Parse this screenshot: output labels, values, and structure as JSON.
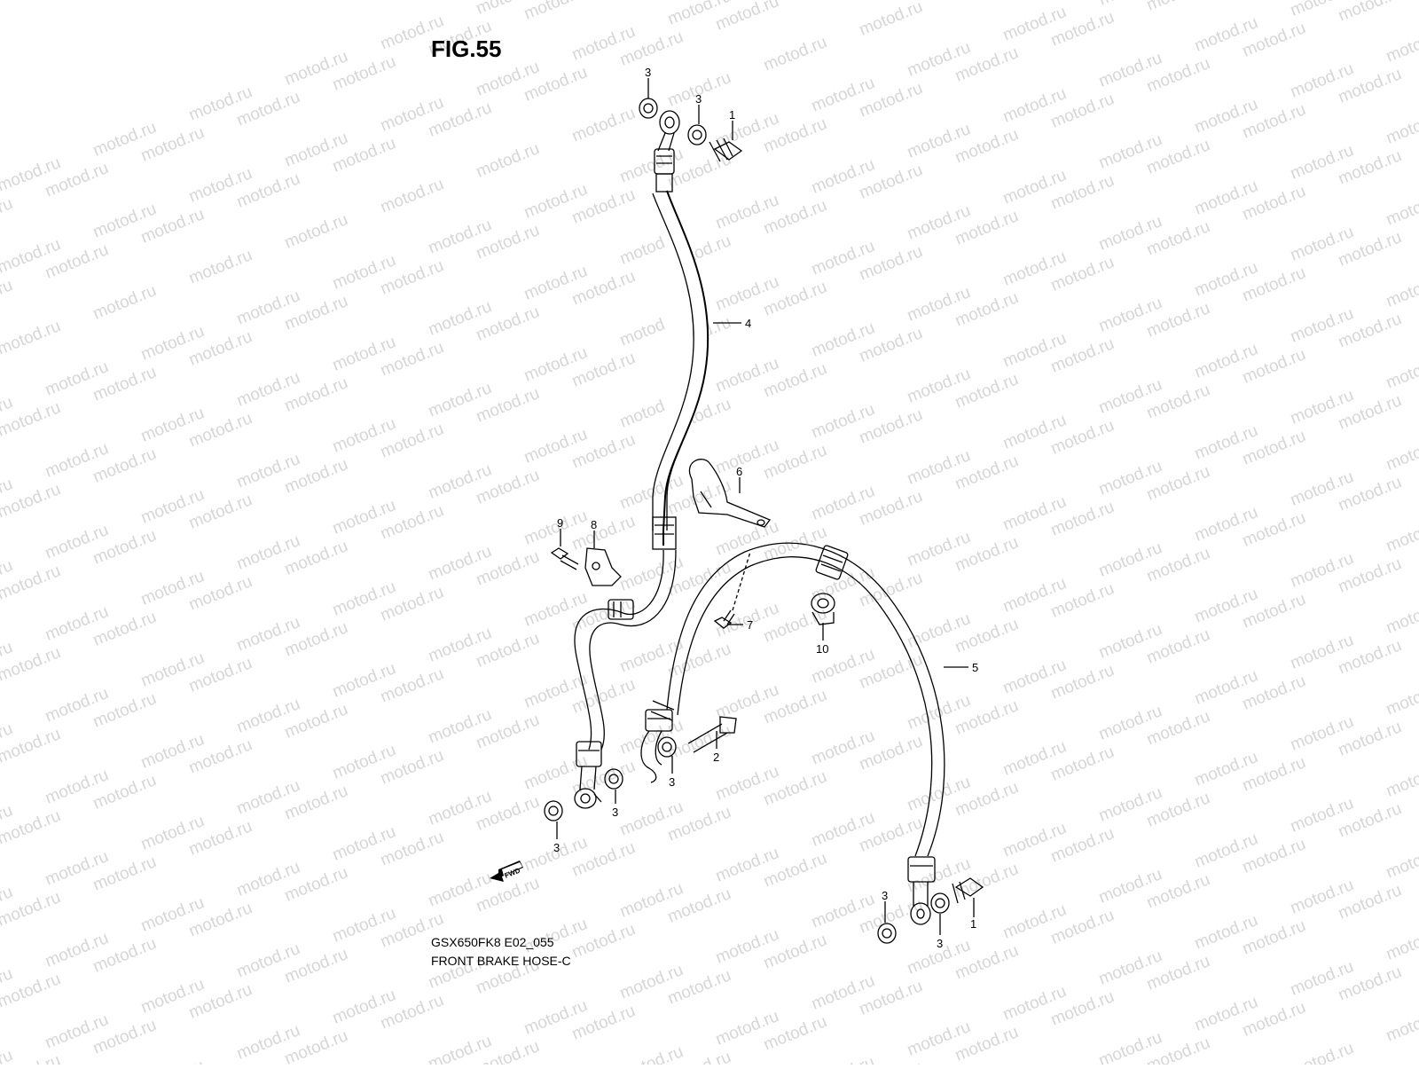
{
  "figure": {
    "title": "FIG.55",
    "model_code": "GSX650FK8 E02_055",
    "caption": "FRONT BRAKE HOSE-C"
  },
  "watermark": {
    "text": "motod.ru"
  },
  "direction_arrow": {
    "label": "FWD"
  },
  "callouts": [
    {
      "id": "c3a",
      "label": "3"
    },
    {
      "id": "c3b",
      "label": "3"
    },
    {
      "id": "c1a",
      "label": "1"
    },
    {
      "id": "c4",
      "label": "4"
    },
    {
      "id": "c6",
      "label": "6"
    },
    {
      "id": "c9",
      "label": "9"
    },
    {
      "id": "c8",
      "label": "8"
    },
    {
      "id": "c7",
      "label": "7"
    },
    {
      "id": "c10",
      "label": "10"
    },
    {
      "id": "c5",
      "label": "5"
    },
    {
      "id": "c2",
      "label": "2"
    },
    {
      "id": "c3c",
      "label": "3"
    },
    {
      "id": "c3d",
      "label": "3"
    },
    {
      "id": "c3e",
      "label": "3"
    },
    {
      "id": "c3f",
      "label": "3"
    },
    {
      "id": "c3g",
      "label": "3"
    },
    {
      "id": "c1b",
      "label": "1"
    }
  ]
}
